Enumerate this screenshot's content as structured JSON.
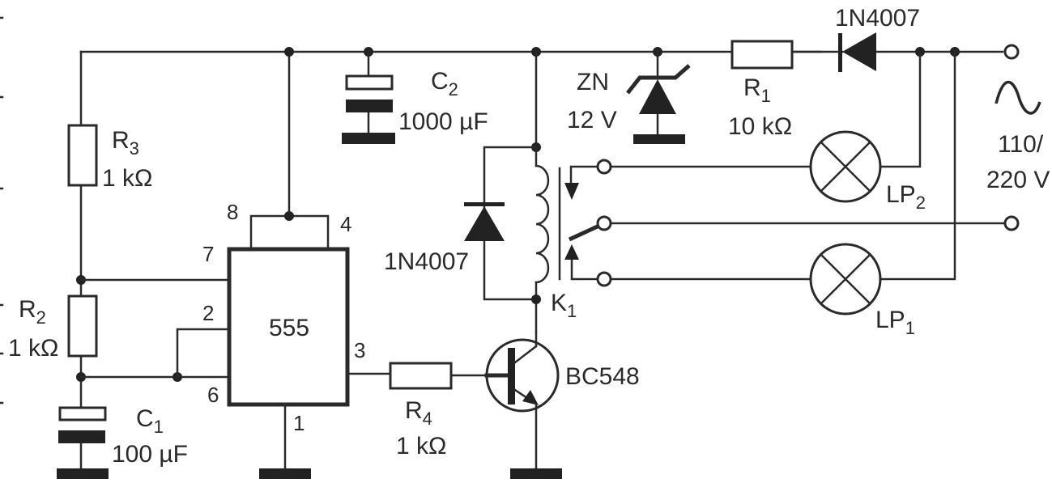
{
  "diagram": {
    "title": "555 timer relay lamp flasher",
    "colors": {
      "ink": "#2a2a2a",
      "paper": "#ffffff"
    },
    "components": {
      "R1": {
        "ref": "R",
        "sub": "1",
        "value": "10 kΩ"
      },
      "R2": {
        "ref": "R",
        "sub": "2",
        "value": "1 kΩ"
      },
      "R3": {
        "ref": "R",
        "sub": "3",
        "value": "1 kΩ"
      },
      "R4": {
        "ref": "R",
        "sub": "4",
        "value": "1 kΩ"
      },
      "C1": {
        "ref": "C",
        "sub": "1",
        "value": "100 µF"
      },
      "C2": {
        "ref": "C",
        "sub": "2",
        "value": "1000 µF"
      },
      "ZN": {
        "ref": "ZN",
        "value": "12 V"
      },
      "D_supply": {
        "label": "1N4007"
      },
      "D_relay": {
        "label": "1N4007"
      },
      "IC": {
        "label": "555",
        "pins": {
          "p1": "1",
          "p2": "2",
          "p3": "3",
          "p4": "4",
          "p6": "6",
          "p7": "7",
          "p8": "8"
        }
      },
      "Q1": {
        "label": "BC548"
      },
      "K1": {
        "ref": "K",
        "sub": "1"
      },
      "LP1": {
        "ref": "LP",
        "sub": "1"
      },
      "LP2": {
        "ref": "LP",
        "sub": "2"
      },
      "supply": {
        "symbol": "~",
        "line1": "110/",
        "line2": "220 V"
      }
    }
  }
}
